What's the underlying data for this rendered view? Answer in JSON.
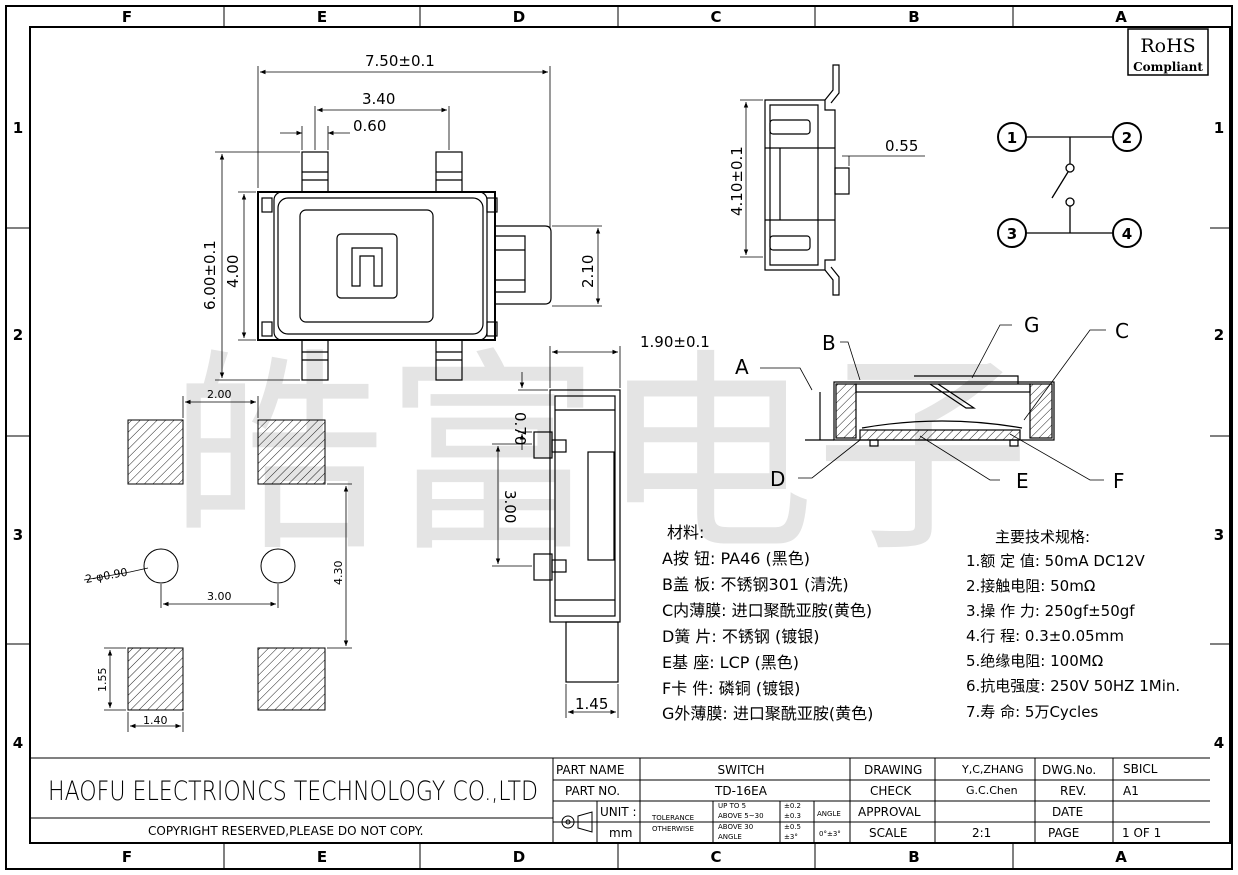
{
  "border": {
    "cols": [
      "F",
      "E",
      "D",
      "C",
      "B",
      "A"
    ],
    "rows": [
      "1",
      "2",
      "3",
      "4"
    ]
  },
  "watermark": "皓富电子",
  "rohs": {
    "line1": "RoHS",
    "line2": "Compliant"
  },
  "dims": {
    "top_width": "7.50±0.1",
    "pin_pitch": "3.40",
    "pin_width": "0.60",
    "body_height": "6.00±0.1",
    "inner_height": "4.00",
    "actuator_w": "2.10",
    "side_height": "4.10±0.1",
    "side_pin": "0.55",
    "front_depth": "1.90±0.1",
    "front_070": "0.70",
    "front_300": "3.00",
    "front_145": "1.45",
    "pad_gap": "2.00",
    "hole": "2-φ0.90",
    "hole_pitch": "3.00",
    "pad_pitch_v": "4.30",
    "pad_h": "1.55",
    "pad_w": "1.40"
  },
  "schematic": {
    "pins": [
      "1",
      "2",
      "3",
      "4"
    ]
  },
  "section_labels": [
    "A",
    "B",
    "C",
    "D",
    "E",
    "F",
    "G"
  ],
  "materials": {
    "title": "材料:",
    "items": [
      "A按  钮: PA46 (黑色)",
      "B盖  板: 不锈钢301 (清洗)",
      "C内薄膜: 进口聚酰亚胺(黄色)",
      "D簧  片: 不锈钢 (镀银)",
      "E基  座: LCP (黑色)",
      "F卡  件: 磷铜 (镀银)",
      "G外薄膜: 进口聚酰亚胺(黄色)"
    ]
  },
  "specs": {
    "title": "主要技术规格:",
    "items": [
      "1.额 定 值: 50mA DC12V",
      "2.接触电阻: 50mΩ",
      "3.操 作 力: 250gf±50gf",
      "4.行    程: 0.3±0.05mm",
      "5.绝缘电阻: 100MΩ",
      "6.抗电强度: 250V 50HZ 1Min.",
      "7.寿    命: 5万Cycles"
    ]
  },
  "title_block": {
    "company": "HAOFU ELECTRIONCS TECHNOLOGY CO.,LTD",
    "copyright": "COPYRIGHT RESERVED,PLEASE DO NOT COPY.",
    "part_name_label": "PART NAME",
    "part_name": "SWITCH",
    "part_no_label": "PART NO.",
    "part_no": "TD-16EA",
    "unit_label": "UNIT :",
    "unit": "mm",
    "tol_label1": "TOLERANCE",
    "tol_label2": "OTHERWISE",
    "tol_r1": "UP TO 5",
    "tol_r2": "ABOVE 5~30",
    "tol_r3": "ABOVE 30",
    "tol_r4": "ANGLE",
    "tol_v1": "±0.2",
    "tol_v2": "±0.3",
    "tol_v3": "±0.5",
    "tol_v4": "±3°",
    "angle_label": "ANGLE",
    "angle_val": "0°±3°",
    "drawing_label": "DRAWING",
    "drawing": "Y,C,ZHANG",
    "check_label": "CHECK",
    "check": "G.C.Chen",
    "approval_label": "APPROVAL",
    "scale_label": "SCALE",
    "scale": "2:1",
    "dwg_label": "DWG.No.",
    "dwg": "SBICL",
    "rev_label": "REV.",
    "rev": "A1",
    "date_label": "DATE",
    "date": "",
    "page_label": "PAGE",
    "page": "1 OF 1"
  }
}
